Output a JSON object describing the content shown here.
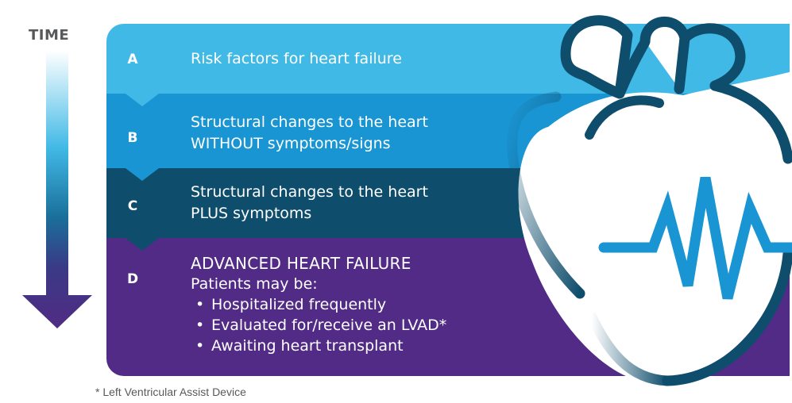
{
  "time_label": "TIME",
  "stages": [
    {
      "letter": "A",
      "lines": [
        "Risk factors for heart failure"
      ]
    },
    {
      "letter": "B",
      "lines": [
        "Structural changes to the heart",
        "WITHOUT symptoms/signs"
      ]
    },
    {
      "letter": "C",
      "lines": [
        "Structural changes to the heart",
        "PLUS symptoms"
      ]
    },
    {
      "letter": "D",
      "heading": "ADVANCED HEART FAILURE",
      "subheading": "Patients may be:",
      "bullets": [
        "Hospitalized frequently",
        "Evaluated for/receive an LVAD*",
        "Awaiting heart transplant"
      ]
    }
  ],
  "footnote": "* Left Ventricular Assist Device",
  "colors": {
    "stage_a": "#41b9e6",
    "stage_b": "#1a95d3",
    "stage_c": "#0e4d6c",
    "stage_d": "#512b85",
    "heart_outline": "#0e4d6c",
    "heartbeat": "#1a95d3",
    "label_gray": "#58595b"
  },
  "icons": [
    "time-arrow-icon",
    "heart-icon",
    "heartbeat-line-icon"
  ]
}
